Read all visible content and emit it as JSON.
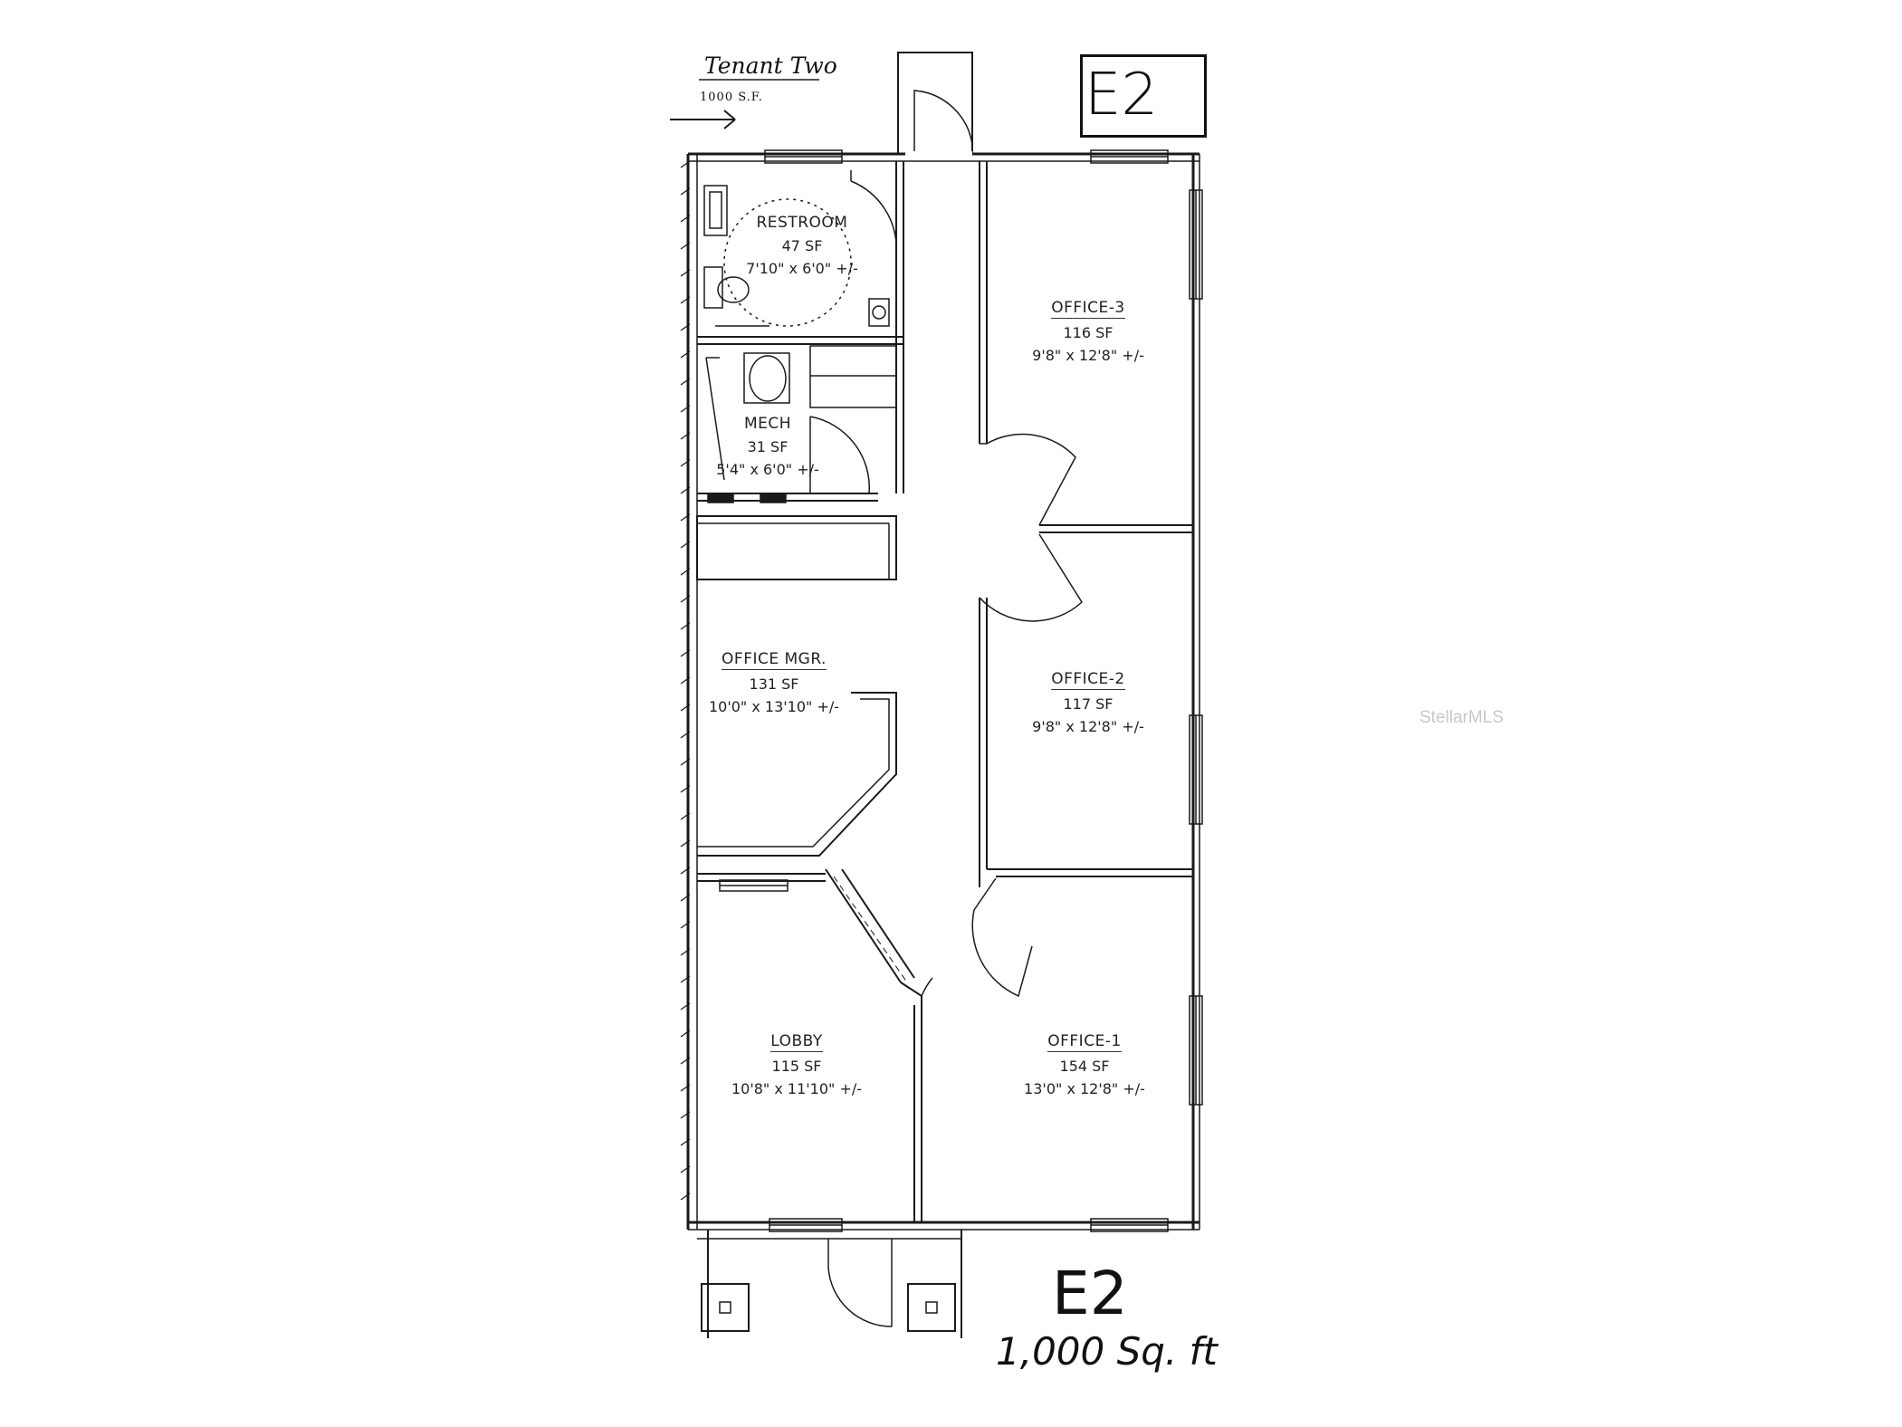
{
  "header": {
    "tenant_title": "Tenant Two",
    "tenant_sf": "1000 S.F."
  },
  "unit": {
    "box_label": "E2",
    "bottom_label": "E2",
    "bottom_sf": "1,000 Sq. ft"
  },
  "rooms": {
    "restroom": {
      "name": "RESTROOM",
      "area": "47 SF",
      "dims": "7'10\" x 6'0\" +/-"
    },
    "mech": {
      "name": "MECH",
      "area": "31 SF",
      "dims": "5'4\" x 6'0\" +/-"
    },
    "office3": {
      "name": "OFFICE-3",
      "area": "116 SF",
      "dims": "9'8\" x 12'8\" +/-"
    },
    "office_mgr": {
      "name": "OFFICE MGR.",
      "area": "131 SF",
      "dims": "10'0\" x 13'10\" +/-"
    },
    "office2": {
      "name": "OFFICE-2",
      "area": "117 SF",
      "dims": "9'8\" x 12'8\" +/-"
    },
    "lobby": {
      "name": "LOBBY",
      "area": "115 SF",
      "dims": "10'8\" x 11'10\" +/-"
    },
    "office1": {
      "name": "OFFICE-1",
      "area": "154 SF",
      "dims": "13'0\" x 12'8\" +/-"
    }
  },
  "watermark": "StellarMLS",
  "colors": {
    "line": "#1a1a1a",
    "background": "#ffffff",
    "watermark": "#c8c8c8"
  }
}
